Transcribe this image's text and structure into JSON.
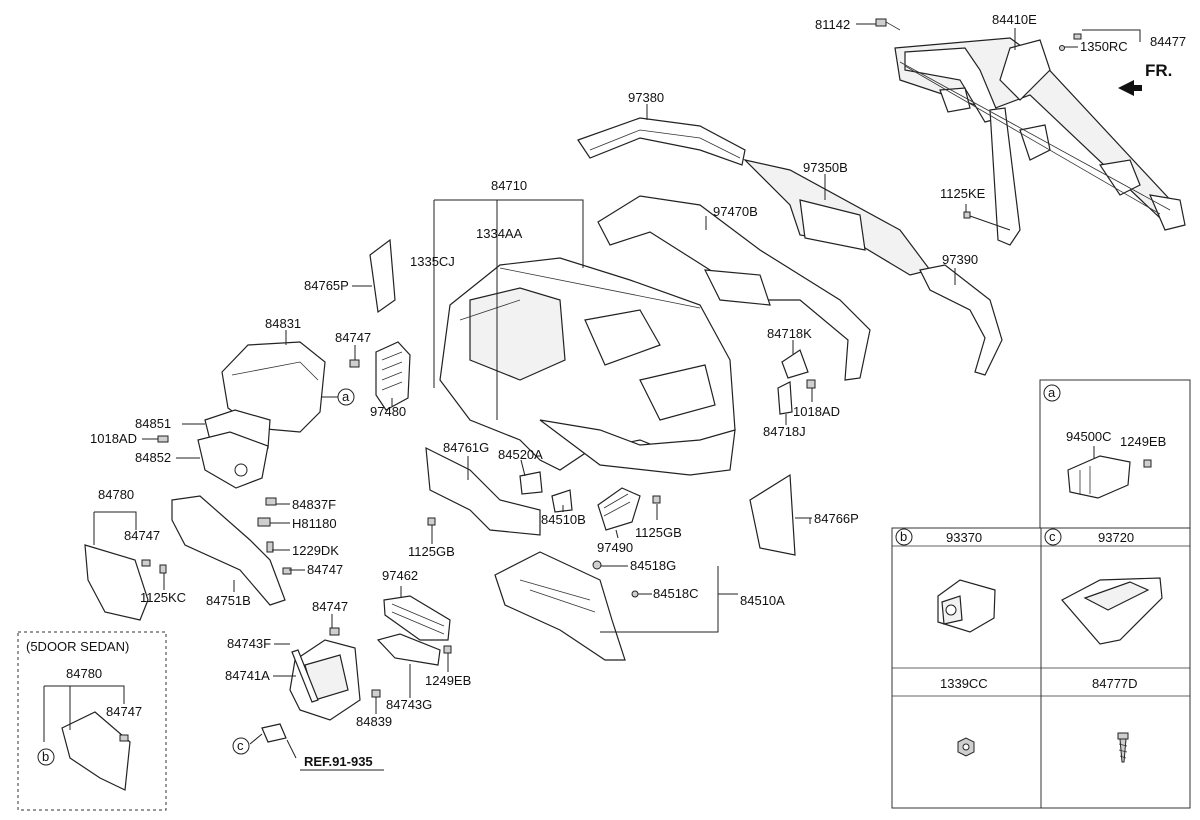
{
  "labels": {
    "p81142": "81142",
    "p84410E": "84410E",
    "p84477": "84477",
    "p1350RC": "1350RC",
    "fr": "FR.",
    "p97380": "97380",
    "p97350B": "97350B",
    "p1125KE": "1125KE",
    "p84710": "84710",
    "p97470B": "97470B",
    "p1334AA": "1334AA",
    "p1335CJ": "1335CJ",
    "p97390": "97390",
    "p84765P": "84765P",
    "p84831": "84831",
    "p84747a": "84747",
    "p97480": "97480",
    "p84718K": "84718K",
    "p1018AD_r": "1018AD",
    "p84718J": "84718J",
    "p84851": "84851",
    "p1018AD_l": "1018AD",
    "p84852": "84852",
    "p84761G": "84761G",
    "p84520A": "84520A",
    "p84510B": "84510B",
    "p1125GB_r": "1125GB",
    "p97490": "97490",
    "p84766P": "84766P",
    "p84780": "84780",
    "p84747b": "84747",
    "p84837F": "84837F",
    "pH81180": "H81180",
    "p1229DK": "1229DK",
    "p84747c": "84747",
    "p1125KC": "1125KC",
    "p84751B": "84751B",
    "p1125GB_l": "1125GB",
    "p97462": "97462",
    "p84518G": "84518G",
    "p84518C": "84518C",
    "p84510A": "84510A",
    "p84747d": "84747",
    "p84743F": "84743F",
    "p84741A": "84741A",
    "p1249EB_m": "1249EB",
    "p84743G": "84743G",
    "p84839": "84839",
    "ref": "REF.91-935",
    "sedan_title": "(5DOOR SEDAN)",
    "s84780": "84780",
    "s84747": "84747"
  },
  "callouts": {
    "a": "a",
    "b": "b",
    "c": "c"
  },
  "legend": {
    "a": {
      "key": "a",
      "parts": [
        "94500C",
        "1249EB"
      ]
    },
    "b": {
      "key": "b",
      "part": "93370"
    },
    "c": {
      "key": "c",
      "part": "93720"
    },
    "d": {
      "part": "1339CC"
    },
    "e": {
      "part": "84777D"
    }
  }
}
